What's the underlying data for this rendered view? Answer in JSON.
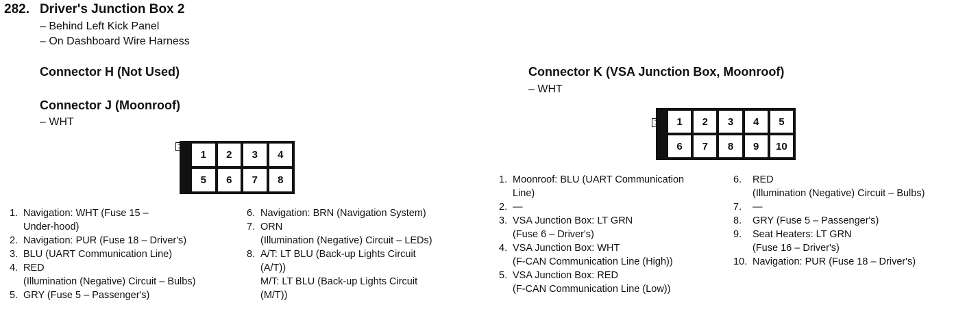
{
  "header": {
    "number": "282.",
    "title": "Driver's Junction Box 2",
    "locations": [
      "– Behind Left Kick Panel",
      "– On Dashboard Wire Harness"
    ]
  },
  "connector_h": {
    "title": "Connector H (Not Used)"
  },
  "connector_j": {
    "title": "Connector J (Moonroof)",
    "color": "– WHT",
    "pin1_tag": "1",
    "grid": [
      [
        "1",
        "2",
        "3",
        "4"
      ],
      [
        "5",
        "6",
        "7",
        "8"
      ]
    ],
    "pins_left": [
      {
        "num": "1.",
        "lines": [
          "Navigation: WHT (Fuse 15 –",
          "Under-hood)"
        ]
      },
      {
        "num": "2.",
        "lines": [
          "Navigation: PUR (Fuse 18 – Driver's)"
        ]
      },
      {
        "num": "3.",
        "lines": [
          "BLU (UART Communication Line)"
        ]
      },
      {
        "num": "4.",
        "lines": [
          "RED",
          "(Illumination (Negative) Circuit – Bulbs)"
        ]
      },
      {
        "num": "5.",
        "lines": [
          "GRY (Fuse 5 – Passenger's)"
        ]
      }
    ],
    "pins_right": [
      {
        "num": "6.",
        "lines": [
          "Navigation: BRN (Navigation System)"
        ]
      },
      {
        "num": "7.",
        "lines": [
          "ORN",
          "(Illumination (Negative) Circuit – LEDs)"
        ]
      },
      {
        "num": "8.",
        "lines": [
          "A/T: LT BLU (Back-up Lights Circuit",
          "(A/T))",
          "M/T: LT BLU (Back-up Lights Circuit",
          "(M/T))"
        ]
      }
    ]
  },
  "connector_k": {
    "title": "Connector K (VSA Junction Box, Moonroof)",
    "color": "– WHT",
    "pin1_tag": "1",
    "grid": [
      [
        "1",
        "2",
        "3",
        "4",
        "5"
      ],
      [
        "6",
        "7",
        "8",
        "9",
        "10"
      ]
    ],
    "pins_left": [
      {
        "num": "1.",
        "lines": [
          "Moonroof: BLU (UART Communication",
          "Line)"
        ]
      },
      {
        "num": "2.",
        "lines": [
          "—"
        ]
      },
      {
        "num": "3.",
        "lines": [
          "VSA Junction Box: LT GRN",
          "(Fuse 6 – Driver's)"
        ]
      },
      {
        "num": "4.",
        "lines": [
          "VSA Junction Box: WHT",
          "(F-CAN Communication Line (High))"
        ]
      },
      {
        "num": "5.",
        "lines": [
          "VSA Junction Box: RED",
          "(F-CAN Communication Line (Low))"
        ]
      }
    ],
    "pins_right": [
      {
        "num": "6.",
        "lines": [
          "RED",
          "(Illumination (Negative) Circuit – Bulbs)"
        ]
      },
      {
        "num": "7.",
        "lines": [
          "—"
        ]
      },
      {
        "num": "8.",
        "lines": [
          "GRY (Fuse 5 – Passenger's)"
        ]
      },
      {
        "num": "9.",
        "lines": [
          "Seat Heaters: LT GRN",
          "(Fuse 16 – Driver's)"
        ]
      },
      {
        "num": "10.",
        "lines": [
          "Navigation: PUR (Fuse 18 – Driver's)"
        ]
      }
    ]
  }
}
